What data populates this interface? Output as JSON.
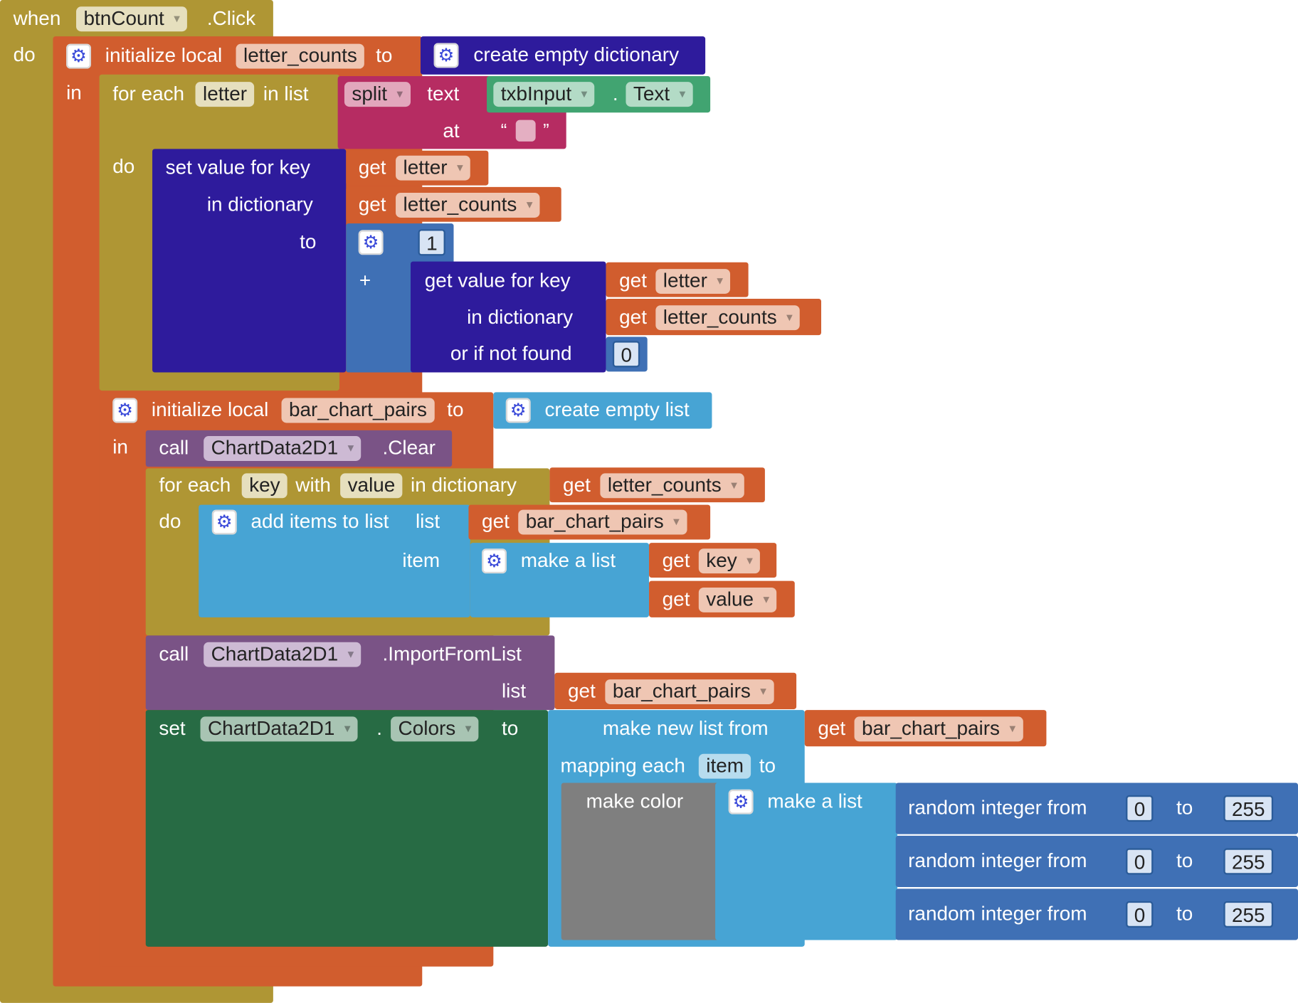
{
  "event": {
    "when": "when",
    "component": "btnCount",
    "event": ".Click",
    "do": "do"
  },
  "local1": {
    "label": "initialize local",
    "name": "letter_counts",
    "to": "to",
    "value": "create empty dictionary",
    "in": "in"
  },
  "foreach1": {
    "label": "for each",
    "var": "letter",
    "in_list": "in list",
    "do": "do"
  },
  "split": {
    "label": "split",
    "text": "text",
    "at": "at",
    "open_quote": "“",
    "close_quote": "”"
  },
  "txb": {
    "component": "txbInput",
    "dot": ".",
    "property": "Text"
  },
  "setval": {
    "label": "set value for key",
    "in_dict": "in dictionary",
    "to": "to"
  },
  "gets": {
    "get": "get",
    "letter": "letter",
    "letter_counts": "letter_counts",
    "bar_chart_pairs": "bar_chart_pairs",
    "key": "key",
    "value": "value"
  },
  "math": {
    "one": "1",
    "plus": "+",
    "zero": "0"
  },
  "getval": {
    "label": "get value for key",
    "in_dict": "in dictionary",
    "not_found": "or if not found"
  },
  "local2": {
    "label": "initialize local",
    "name": "bar_chart_pairs",
    "to": "to",
    "value": "create empty list",
    "in": "in"
  },
  "clear": {
    "call": "call",
    "component": "ChartData2D1",
    "method": ".Clear"
  },
  "foreach2": {
    "label": "for each",
    "key": "key",
    "with": "with",
    "value": "value",
    "in_dict": "in dictionary",
    "do": "do"
  },
  "additems": {
    "label": "add items to list",
    "list": "list",
    "item": "item"
  },
  "makelist": {
    "label": "make a list"
  },
  "import": {
    "call": "call",
    "component": "ChartData2D1",
    "method": ".ImportFromList",
    "list": "list"
  },
  "setcolors": {
    "set": "set",
    "component": "ChartData2D1",
    "dot": ".",
    "property": "Colors",
    "to": "to"
  },
  "map": {
    "label": "make new list from",
    "mapping": "mapping each",
    "var": "item",
    "to": "to"
  },
  "color": {
    "label": "make color"
  },
  "random": {
    "label": "random integer from",
    "from": "0",
    "to": "to",
    "upper": "255"
  },
  "colors": {
    "event": "#AF9634",
    "variable": "#D15D2E",
    "text": "#B62C62",
    "dictionary": "#2E1B9C",
    "math": "#3F70B5",
    "list": "#47A4D4",
    "component": "#7A5386",
    "setter": "#276B44",
    "color": "#7F7F7F"
  }
}
